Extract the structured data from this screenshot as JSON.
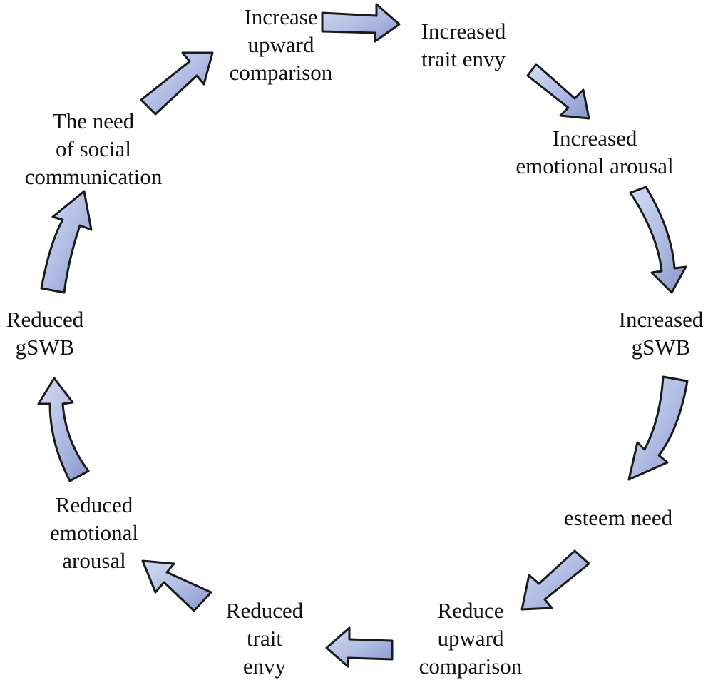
{
  "diagram": {
    "nodes": [
      {
        "id": "increase-upward-comparison",
        "lines": [
          "Increase",
          "upward",
          "comparison"
        ]
      },
      {
        "id": "increased-trait-envy",
        "lines": [
          "Increased",
          "trait envy"
        ]
      },
      {
        "id": "increased-emotional-arousal",
        "lines": [
          "Increased",
          "emotional arousal"
        ]
      },
      {
        "id": "increased-gswb",
        "lines": [
          "Increased",
          "gSWB"
        ]
      },
      {
        "id": "esteem-need",
        "lines": [
          "esteem need"
        ]
      },
      {
        "id": "reduce-upward-comparison",
        "lines": [
          "Reduce",
          "upward",
          "comparison"
        ]
      },
      {
        "id": "reduced-trait-envy",
        "lines": [
          "Reduced",
          "trait",
          "envy"
        ]
      },
      {
        "id": "reduced-emotional-arousal",
        "lines": [
          "Reduced",
          "emotional",
          "arousal"
        ]
      },
      {
        "id": "reduced-gswb",
        "lines": [
          "Reduced",
          "gSWB"
        ]
      },
      {
        "id": "need-of-social-communication",
        "lines": [
          "The need",
          "of social",
          "communication"
        ]
      }
    ],
    "arrow_count": 10,
    "colors": {
      "arrow_fill_light": "#c9d3ee",
      "arrow_fill_dark": "#8fa0d4",
      "arrow_stroke": "#1a1a1a",
      "text": "#111111",
      "background": "#ffffff"
    }
  }
}
